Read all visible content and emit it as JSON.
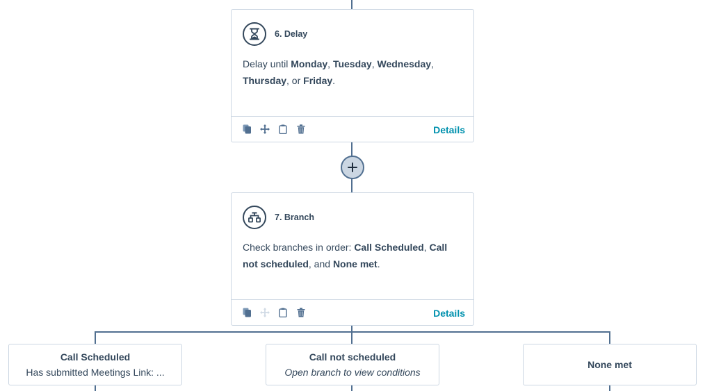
{
  "colors": {
    "connector": "#516f90",
    "border": "#cbd6e2",
    "text": "#33475b",
    "link": "#0091ae",
    "add_button_fill": "#cbd6e2"
  },
  "steps": [
    {
      "number": "6",
      "title": "6. Delay",
      "icon": "hourglass-icon",
      "body": {
        "prefix": "Delay until ",
        "d1": "Monday",
        "s1": ", ",
        "d2": "Tuesday",
        "s2": ", ",
        "d3": "Wednesday",
        "s3": ", ",
        "d4": "Thursday",
        "s4": ", or ",
        "d5": "Friday",
        "suffix": "."
      },
      "toolbar": [
        "copy-icon",
        "move-icon",
        "clipboard-icon",
        "trash-icon"
      ],
      "details_label": "Details"
    },
    {
      "number": "7",
      "title": "7. Branch",
      "icon": "branch-icon",
      "body": {
        "prefix": "Check branches in order: ",
        "b1": "Call Scheduled",
        "s1": ", ",
        "b2": "Call not scheduled",
        "s2": ", and ",
        "b3": "None met",
        "suffix": "."
      },
      "toolbar": [
        "copy-icon",
        "move-icon (disabled)",
        "clipboard-icon",
        "trash-icon"
      ],
      "details_label": "Details"
    }
  ],
  "add_action": {
    "icon": "plus-icon",
    "label": "+"
  },
  "branches": [
    {
      "name": "Call Scheduled",
      "description": "Has submitted Meetings Link: ..."
    },
    {
      "name": "Call not scheduled",
      "description": "Open branch to view conditions"
    },
    {
      "name": "None met",
      "description": ""
    }
  ]
}
